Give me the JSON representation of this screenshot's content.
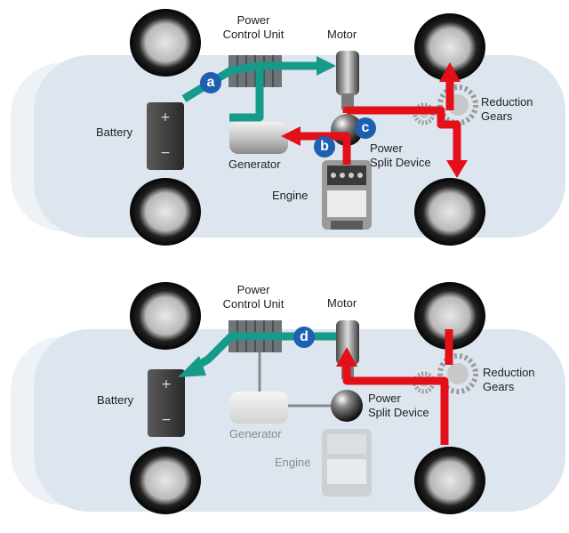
{
  "colors": {
    "electric_flow": "#169a8a",
    "mechanical_flow": "#e3101a",
    "marker": "#1e5fb0",
    "car_body": "#dde6ee"
  },
  "top": {
    "power_control_unit": [
      "Power",
      "Control Unit"
    ],
    "motor": "Motor",
    "reduction_gears": [
      "Reduction",
      "Gears"
    ],
    "battery": "Battery",
    "generator": "Generator",
    "power_split_device": [
      "Power",
      "Split Device"
    ],
    "engine": "Engine",
    "markers": [
      "a",
      "b",
      "c"
    ]
  },
  "bottom": {
    "power_control_unit": [
      "Power",
      "Control Unit"
    ],
    "motor": "Motor",
    "reduction_gears": [
      "Reduction",
      "Gears"
    ],
    "battery": "Battery",
    "generator": "Generator",
    "power_split_device": [
      "Power",
      "Split Device"
    ],
    "engine": "Engine",
    "markers": [
      "d"
    ]
  }
}
